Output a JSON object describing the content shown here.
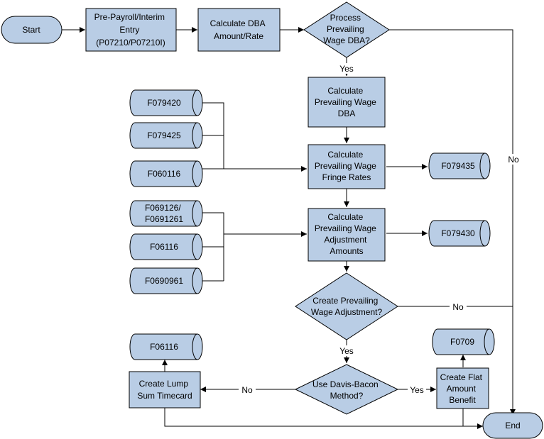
{
  "colors": {
    "shape_fill": "#b9cde5",
    "line": "#000000",
    "background": "#ffffff"
  },
  "nodes": {
    "start": "Start",
    "end": "End",
    "pre_payroll": [
      "Pre-Payroll/Interim",
      "Entry",
      "(P07210/P07210I)"
    ],
    "calc_dba": [
      "Calculate DBA",
      "Amount/Rate"
    ],
    "process_pw_dba": [
      "Process",
      "Prevailing",
      "Wage DBA?"
    ],
    "calc_pw_dba": [
      "Calculate",
      "Prevailing Wage",
      "DBA"
    ],
    "calc_fringe": [
      "Calculate",
      "Prevailing Wage",
      "Fringe Rates"
    ],
    "calc_adjustment": [
      "Calculate",
      "Prevailing Wage",
      "Adjustment",
      "Amounts"
    ],
    "create_pw_adjustment": [
      "Create Prevailing",
      "Wage Adjustment?"
    ],
    "use_davis_bacon": [
      "Use Davis-Bacon",
      "Method?"
    ],
    "create_lump_sum": [
      "Create Lump",
      "Sum Timecard"
    ],
    "create_flat_amount": [
      "Create Flat",
      "Amount",
      "Benefit"
    ]
  },
  "tables": {
    "f079420": [
      "F079420"
    ],
    "f079425": [
      "F079425"
    ],
    "f060116": [
      "F060116"
    ],
    "f079435": [
      "F079435"
    ],
    "f069126": [
      "F069126/",
      "F0691261"
    ],
    "f06116_a": [
      "F06116"
    ],
    "f0690961": [
      "F0690961"
    ],
    "f079430": [
      "F079430"
    ],
    "f06116_b": [
      "F06116"
    ],
    "f0709": [
      "F0709"
    ]
  },
  "edge_labels": {
    "dba_yes": "Yes",
    "dba_no": "No",
    "adj_yes": "Yes",
    "adj_no": "No",
    "db_no": "No",
    "db_yes": "Yes"
  }
}
